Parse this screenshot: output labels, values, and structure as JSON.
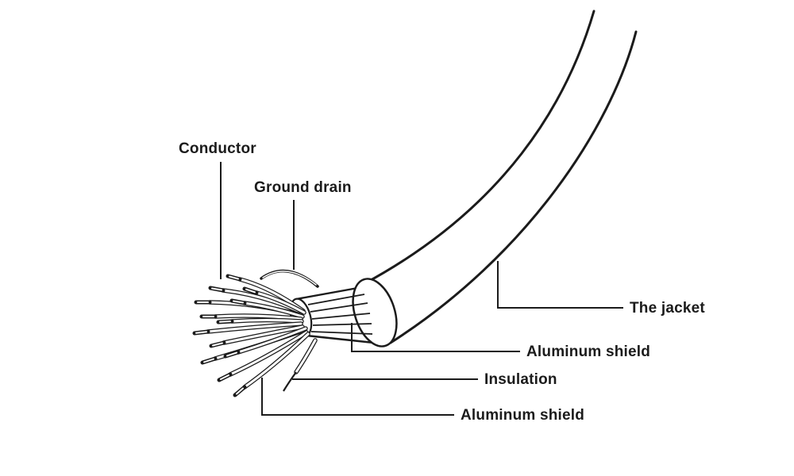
{
  "diagram": {
    "background_color": "#ffffff",
    "line_color": "#1b1b1b",
    "labels": {
      "conductor": "Conductor",
      "ground_drain": "Ground drain",
      "the_jacket": "The jacket",
      "aluminum_shield_outer": "Aluminum shield",
      "insulation": "Insulation",
      "aluminum_shield_inner": "Aluminum shield"
    }
  }
}
